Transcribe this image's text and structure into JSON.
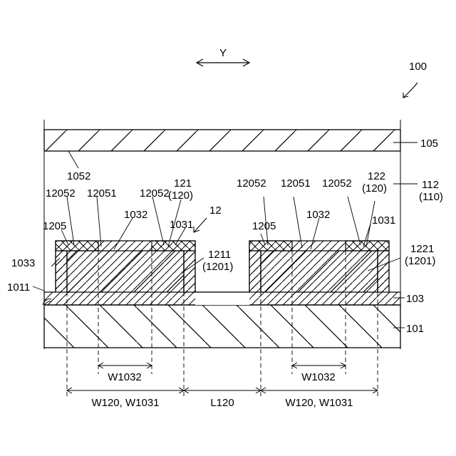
{
  "figure": {
    "device_number": "100",
    "direction_label": "Y",
    "layers": {
      "top_layer": "105",
      "top_layer_inner": "1052",
      "fill_layer": "112",
      "fill_layer_parent": "(110)",
      "conformal_layer": "103",
      "substrate": "101",
      "substrate_recess": "1011",
      "liner_corner": "1033"
    },
    "left_stack": {
      "group": "12",
      "left_cap": "1205",
      "outer_wall": "12052",
      "inner_face": "12051",
      "gap": "1032",
      "cap_top": "1031",
      "strip": "121",
      "strip_parent": "(120)",
      "body": "1211",
      "body_parent": "(1201)"
    },
    "right_stack": {
      "left_cap": "1205",
      "outer_wall": "12052",
      "inner_face": "12051",
      "gap": "1032",
      "right_wall": "12052",
      "cap_top": "1031",
      "strip": "122",
      "strip_parent": "(120)",
      "body": "1221",
      "body_parent": "(1201)"
    },
    "dimensions": {
      "left_inner_width": "W1032",
      "left_outer_width": "W120, W1031",
      "spacing": "L120",
      "right_inner_width": "W1032",
      "right_outer_width": "W120, W1031"
    }
  }
}
